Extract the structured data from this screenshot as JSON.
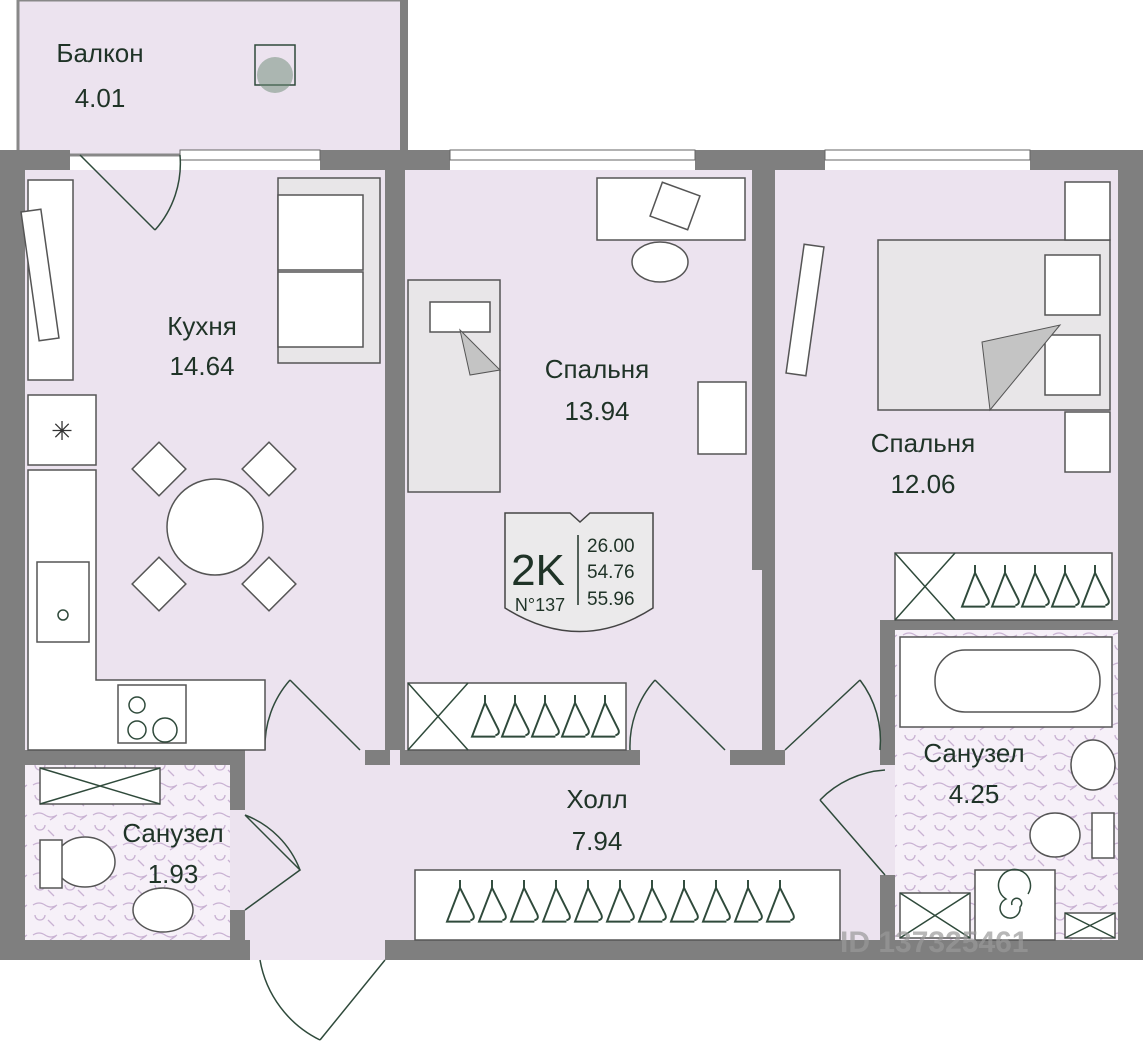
{
  "rooms": {
    "balcony": {
      "name": "Балкон",
      "area": "4.01"
    },
    "kitchen": {
      "name": "Кухня",
      "area": "14.64"
    },
    "bedroom1": {
      "name": "Спальня",
      "area": "13.94"
    },
    "bedroom2": {
      "name": "Спальня",
      "area": "12.06"
    },
    "hall": {
      "name": "Холл",
      "area": "7.94"
    },
    "bath_large": {
      "name": "Санузел",
      "area": "4.25"
    },
    "bath_small": {
      "name": "Санузел",
      "area": "1.93"
    }
  },
  "badge": {
    "type": "2K",
    "number": "N°137",
    "living_area": "26.00",
    "total_area": "54.76",
    "area_with_balcony": "55.96"
  },
  "watermark": "ID 137325461",
  "colors": {
    "floor": "#ece3ef",
    "wall": "#7f7f7f",
    "text": "#1f3327",
    "tile_pattern": "#c9b2d3"
  }
}
